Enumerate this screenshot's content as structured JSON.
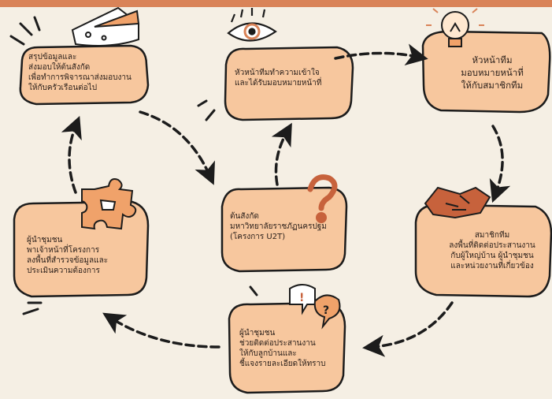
{
  "steps": [
    {
      "id": "summary",
      "text": "สรุปข้อมูลและ\nส่งมอบให้ต้นสังกัด\nเพื่อทำการพิจารณาส่งมอบงาน\nให้กับครัวเรือนต่อไป"
    },
    {
      "id": "leader-understand",
      "text": "หัวหน้าทีมทำความเข้าใจ\nและได้รับมอบหมายหน้าที่"
    },
    {
      "id": "leader-assign",
      "text": "หัวหน้าทีม\nมอบหมายหน้าที่\nให้กับสมาชิกทีม"
    },
    {
      "id": "affiliation",
      "text": "ต้นสังกัด\nมหาวิทยาลัยราชภัฏนครปฐม\n(โครงการ U2T)"
    },
    {
      "id": "guide-staff",
      "text": "ผู้นำชุมชน\nพาเจ้าหน้าที่โครงการ\nลงพื้นที่สำรวจข้อมูลและ\nประเมินความต้องการ"
    },
    {
      "id": "members-contact",
      "text": "สมาชิกทีม\nลงพื้นที่ติดต่อประสานงาน\nกับผู้ใหญ่บ้าน ผู้นำชุมชน\nและหน่วยงานที่เกี่ยวข้อง"
    },
    {
      "id": "leader-coordinate",
      "text": "ผู้นำชุมชน\nช่วยติดต่อประสานงาน\nให้กับลูกบ้านและ\nชี้แจงรายละเอียดให้ทราบ"
    }
  ],
  "icons": [
    "cheese-icon",
    "eye-icon",
    "lightbulb-icon",
    "puzzle-icon",
    "question-mark-icon",
    "handshake-icon",
    "speech-bubbles-icon"
  ],
  "colors": {
    "box": "#f7c79e",
    "outline": "#1c1c1c",
    "accent": "#d98358",
    "background": "#f5efe4"
  }
}
